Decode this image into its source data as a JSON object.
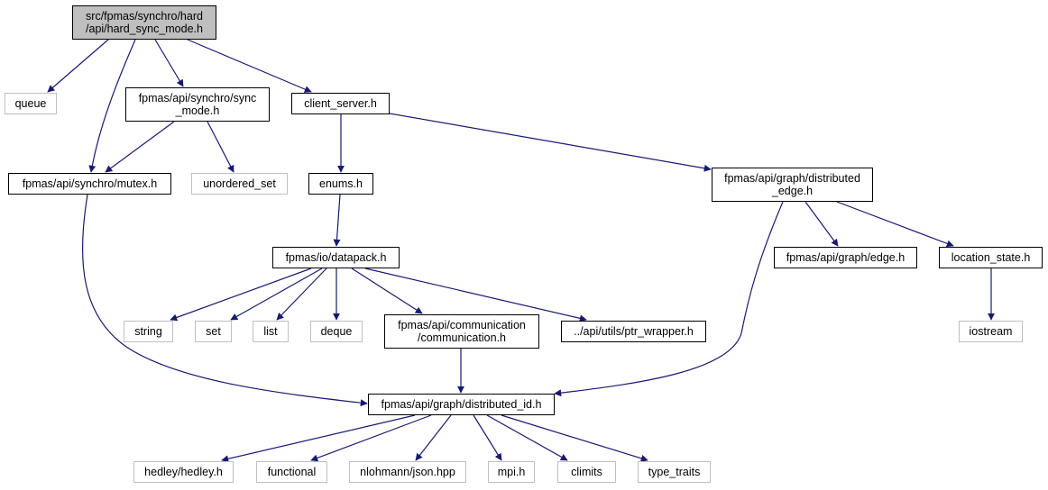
{
  "diagram": {
    "colors": {
      "edge": "#191970",
      "node_border": "#000000",
      "external_border": "#bfbfbf",
      "root_fill": "#bfbfbf",
      "background": "#ffffff"
    },
    "nodes": {
      "root": {
        "label": "src/fpmas/synchro/hard\n/api/hard_sync_mode.h"
      },
      "queue": {
        "label": "queue"
      },
      "sync_mode": {
        "label": "fpmas/api/synchro/sync\n_mode.h"
      },
      "client_server": {
        "label": "client_server.h"
      },
      "mutex": {
        "label": "fpmas/api/synchro/mutex.h"
      },
      "unordered_set": {
        "label": "unordered_set"
      },
      "enums": {
        "label": "enums.h"
      },
      "distributed_edge": {
        "label": "fpmas/api/graph/distributed\n_edge.h"
      },
      "datapack": {
        "label": "fpmas/io/datapack.h"
      },
      "edge": {
        "label": "fpmas/api/graph/edge.h"
      },
      "location_state": {
        "label": "location_state.h"
      },
      "string": {
        "label": "string"
      },
      "set": {
        "label": "set"
      },
      "list": {
        "label": "list"
      },
      "deque": {
        "label": "deque"
      },
      "communication": {
        "label": "fpmas/api/communication\n/communication.h"
      },
      "ptr_wrapper": {
        "label": "../api/utils/ptr_wrapper.h"
      },
      "iostream": {
        "label": "iostream"
      },
      "distributed_id": {
        "label": "fpmas/api/graph/distributed_id.h"
      },
      "hedley": {
        "label": "hedley/hedley.h"
      },
      "functional": {
        "label": "functional"
      },
      "json": {
        "label": "nlohmann/json.hpp"
      },
      "mpi": {
        "label": "mpi.h"
      },
      "climits": {
        "label": "climits"
      },
      "type_traits": {
        "label": "type_traits"
      }
    }
  }
}
